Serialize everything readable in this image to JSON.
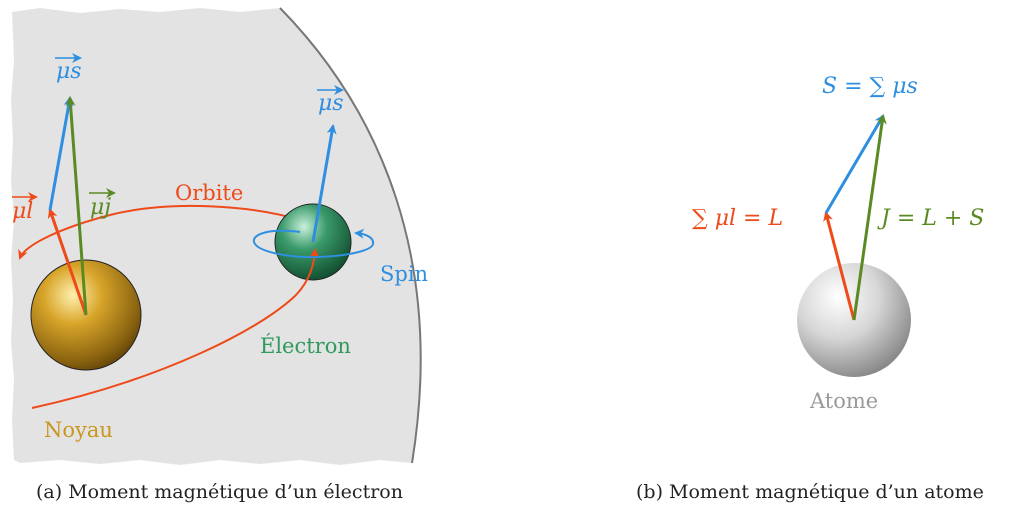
{
  "panel_a": {
    "labels": {
      "mu_s_top": "μs",
      "mu_s_electron": "μs",
      "mu_l": "μl",
      "mu_j": "μj",
      "orbit": "Orbite",
      "spin": "Spin",
      "electron": "Électron",
      "nucleus": "Noyau"
    },
    "caption": "(a) Moment magnétique d’un électron"
  },
  "panel_b": {
    "labels": {
      "S_eq": "S = ∑ μs",
      "L_eq": "∑ μl = L",
      "J_eq": "J = L + S",
      "atom": "Atome"
    },
    "caption": "(b) Moment magnétique d’un atome"
  },
  "colors": {
    "spin_blue": "#2e8ee0",
    "orbit_red": "#ee4a1a",
    "total_green": "#5a8a24",
    "nucleus_gold": "#c9971f",
    "electron_green": "#2f8a5c",
    "atom_gray": "#9a9a9a",
    "region_gray": "#e3e3e3"
  }
}
